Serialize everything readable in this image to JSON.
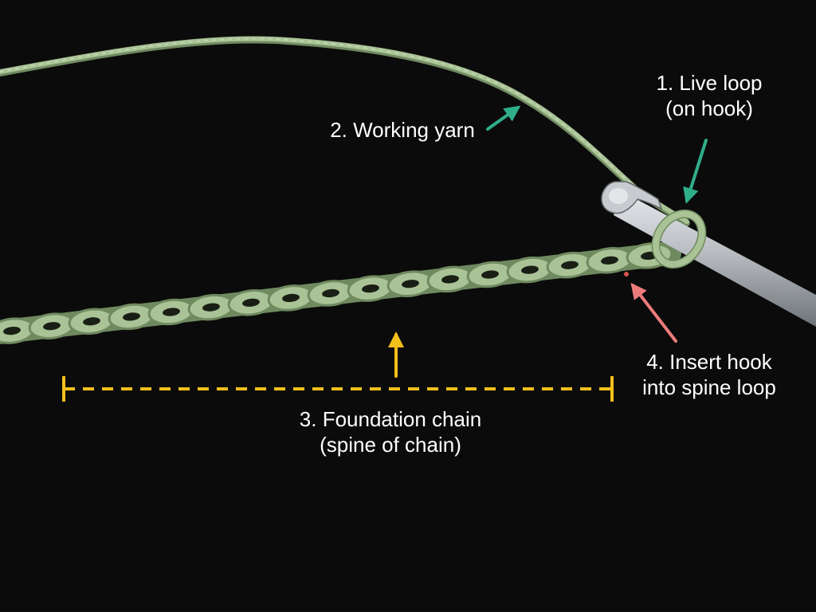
{
  "annotations": {
    "live_loop": {
      "line1": "1. Live loop",
      "line2": "(on hook)"
    },
    "working_yarn": {
      "line1": "2. Working yarn"
    },
    "foundation_chain": {
      "line1": "3. Foundation chain",
      "line2": "(spine of chain)"
    },
    "insert_hook": {
      "line1": "4. Insert hook",
      "line2": "into spine loop"
    }
  },
  "colors": {
    "background": "#0b0b0b",
    "yarn": "#a9c396",
    "yarn_shadow": "#6f8a5f",
    "hook": "#b9bdc2",
    "arrow_teal": "#2fae8a",
    "arrow_pink": "#ee7b7b",
    "arrow_yellow": "#f2bf1c"
  },
  "icons": [
    "crochet-hook-icon",
    "yarn-chain-icon"
  ]
}
